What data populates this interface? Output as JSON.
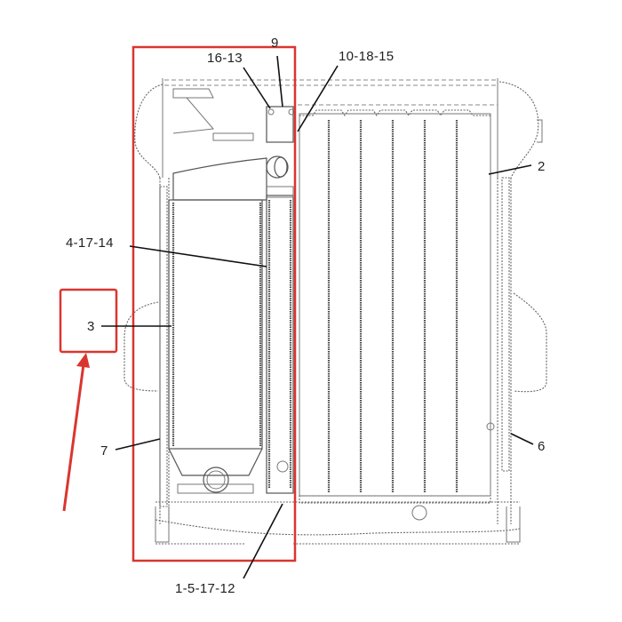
{
  "diagram": {
    "subject": "Radiator / aftercooler core assembly (front view)",
    "highlight_color": "#d9362f",
    "line_color": "#444444",
    "callouts": [
      {
        "id": "c9",
        "label": "9"
      },
      {
        "id": "c16_13",
        "label": "16-13"
      },
      {
        "id": "c10_18_15",
        "label": "10-18-15"
      },
      {
        "id": "c2",
        "label": "2"
      },
      {
        "id": "c4_17_14",
        "label": "4-17-14"
      },
      {
        "id": "c3",
        "label": "3"
      },
      {
        "id": "c7",
        "label": "7"
      },
      {
        "id": "c6",
        "label": "6"
      },
      {
        "id": "c1_5_17_12",
        "label": "1-5-17-12"
      }
    ],
    "annotations": {
      "highlight_box": "red rectangle around aftercooler section",
      "small_box": "red square around callout 3",
      "arrow": "red arrow pointing to callout 3 box"
    }
  }
}
